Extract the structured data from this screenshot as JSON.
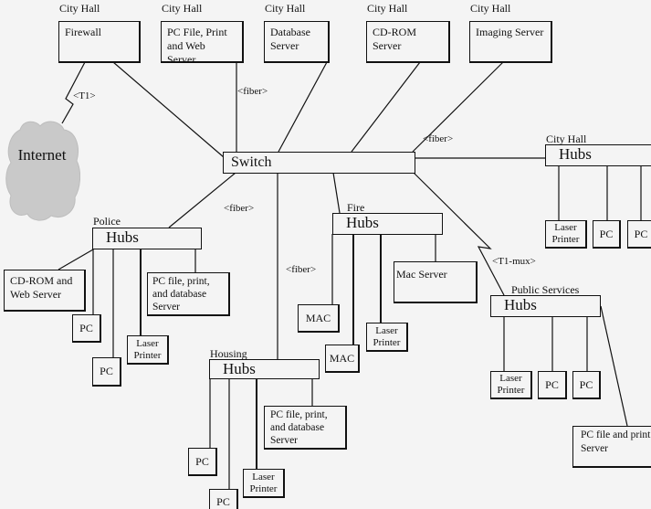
{
  "diagram": {
    "title": "City Network Topology",
    "internet": {
      "label": "Internet",
      "link": "<T1>"
    },
    "switch": {
      "label": "Switch"
    },
    "city_hall_servers": [
      {
        "location": "City Hall",
        "label": "Firewall"
      },
      {
        "location": "City Hall",
        "label": "PC File, Print and Web Server"
      },
      {
        "location": "City Hall",
        "label": "Database Server"
      },
      {
        "location": "City Hall",
        "label": "CD-ROM Server"
      },
      {
        "location": "City Hall",
        "label": "Imaging Server"
      }
    ],
    "links": {
      "fiber_top": "<fiber>",
      "fiber_city_hall": "<fiber>",
      "fiber_police": "<fiber>",
      "fiber_housing": "<fiber>",
      "t1_mux": "<T1-mux>"
    },
    "sites": {
      "city_hall": {
        "location": "City Hall",
        "hub": "Hubs",
        "devices": [
          "Laser Printer",
          "PC",
          "PC"
        ]
      },
      "police": {
        "location": "Police",
        "hub": "Hubs",
        "devices": [
          "CD-ROM and Web Server",
          "PC",
          "PC",
          "Laser Printer",
          "PC file, print, and database Server"
        ]
      },
      "fire": {
        "location": "Fire",
        "hub": "Hubs",
        "devices": [
          "MAC",
          "MAC",
          "Laser Printer",
          "Mac Server"
        ]
      },
      "housing": {
        "location": "Housing",
        "hub": "Hubs",
        "devices": [
          "PC",
          "PC",
          "Laser Printer",
          "PC file, print, and database Server"
        ]
      },
      "public_services": {
        "location": "Public Services",
        "hub": "Hubs",
        "devices": [
          "Laser Printer",
          "PC",
          "PC",
          "PC file and print Server"
        ]
      }
    }
  }
}
